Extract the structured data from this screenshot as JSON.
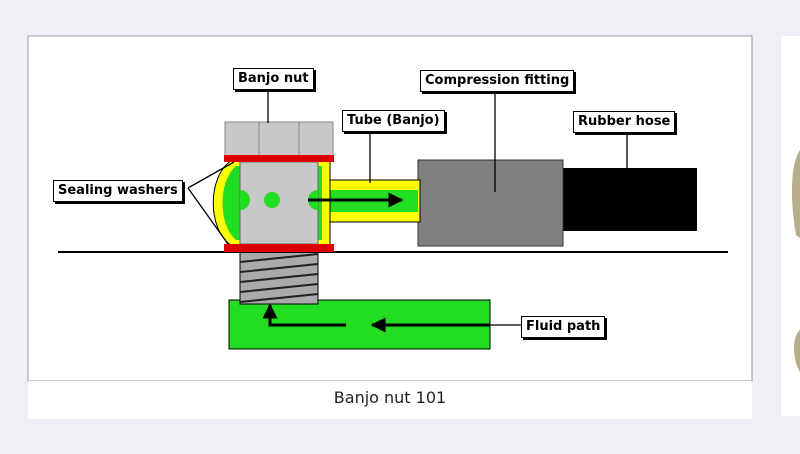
{
  "labels": {
    "banjo_nut": "Banjo nut",
    "compression_fitting": "Compression fitting",
    "tube_banjo": "Tube (Banjo)",
    "rubber_hose": "Rubber hose",
    "sealing_washers": "Sealing washers",
    "fluid_path": "Fluid path"
  },
  "caption": "Banjo nut 101",
  "colors": {
    "page_background": "#eef0f6",
    "panel": "#ffffff",
    "fluid": "#22dd22",
    "tube": "#ffff00",
    "washer": "#dd0000",
    "metal": "#c8c8c8",
    "fitting": "#808080",
    "hose": "#000000"
  },
  "icons": {
    "flow": "arrow-icon"
  }
}
